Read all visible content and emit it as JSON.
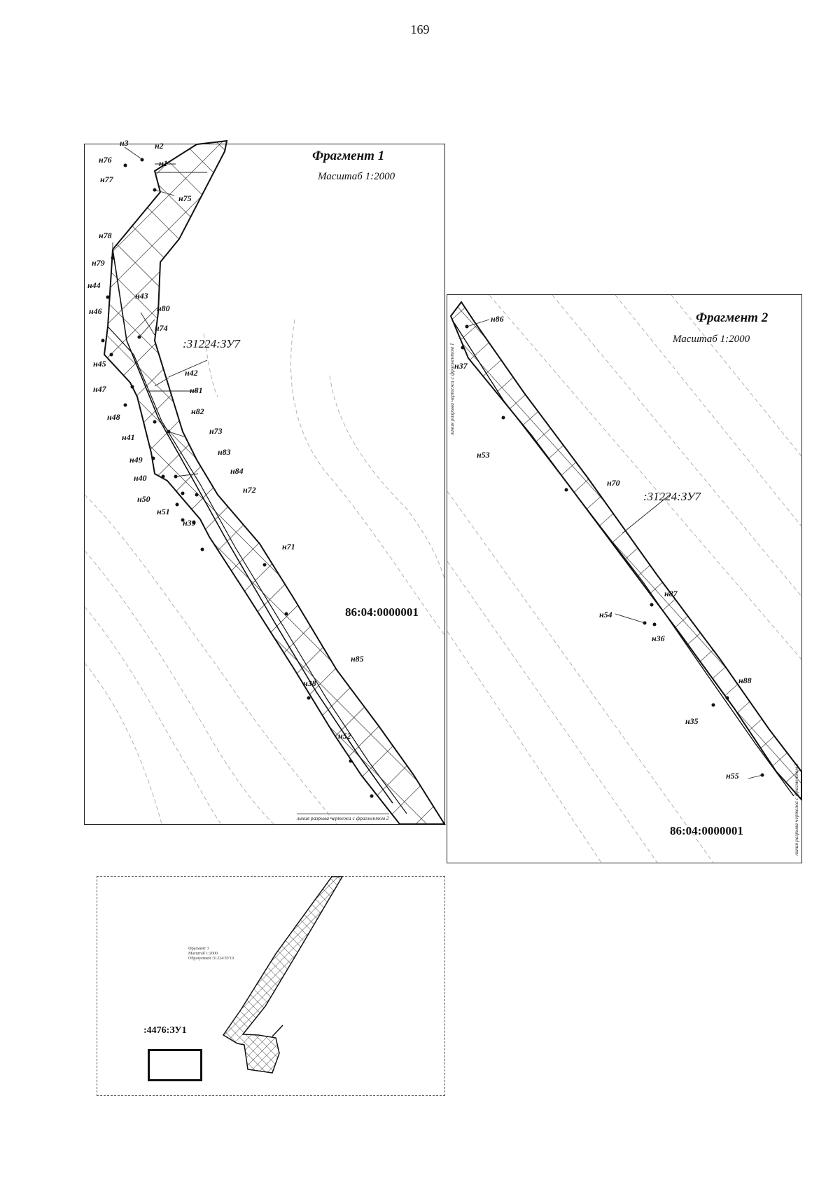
{
  "page_number": "169",
  "fragment1": {
    "title": "Фрагмент 1",
    "scale": "Масштаб 1:2000",
    "parcel_label": ":31224:ЗУ7",
    "quarter_label": "86:04:0000001",
    "break_line_label": "линия разрыва чертежа с фрагментом 2",
    "points": {
      "n3": "н3",
      "n2": "н2",
      "n76": "н76",
      "n1": "н1",
      "n77": "н77",
      "n75": "н75",
      "n78": "н78",
      "n79": "н79",
      "n44": "н44",
      "n43": "н43",
      "n80": "н80",
      "n46": "н46",
      "n74": "н74",
      "n45": "н45",
      "n42": "н42",
      "n47": "н47",
      "n81": "н81",
      "n82": "н82",
      "n48": "н48",
      "n73": "н73",
      "n41": "н41",
      "n83": "н83",
      "n49": "н49",
      "n84": "н84",
      "n40": "н40",
      "n72": "н72",
      "n50": "н50",
      "n51": "н51",
      "n39": "н39",
      "n71": "н71",
      "n85": "н85",
      "n38": "н38",
      "n52": "н52"
    }
  },
  "fragment2": {
    "title": "Фрагмент 2",
    "scale": "Масштаб 1:2000",
    "parcel_label": ":31224:ЗУ7",
    "quarter_label": "86:04:0000001",
    "break_line_label_left": "линия разрыва чертежа с фрагментом 1",
    "break_line_label_right": "линия разрыва чертежа с фрагментом 3",
    "points": {
      "n86": "н86",
      "n37": "н37",
      "n53": "н53",
      "n70": "н70",
      "n87": "н87",
      "n54": "н54",
      "n36": "н36",
      "n88": "н88",
      "n35": "н35",
      "n55": "н55"
    }
  },
  "overview": {
    "quarter_label": ":4476:ЗУ1",
    "mini_legend": [
      "Фрагмент 3",
      "Масштаб 1:2000",
      "Образуемый :31224:ЗУ10"
    ]
  }
}
